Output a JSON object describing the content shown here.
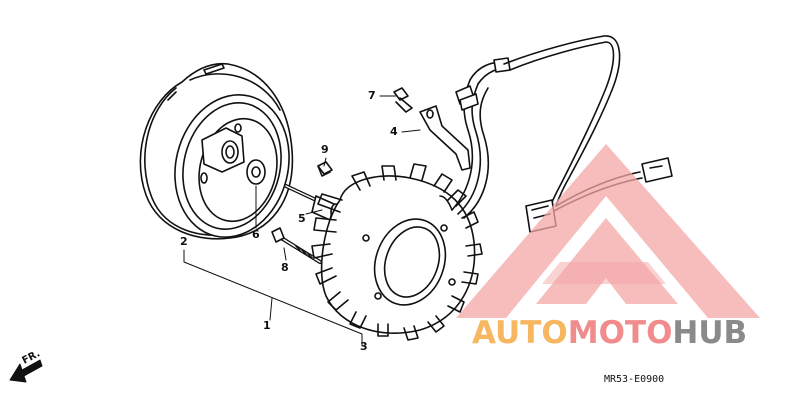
{
  "callouts": [
    {
      "id": "1",
      "label": "1"
    },
    {
      "id": "2",
      "label": "2"
    },
    {
      "id": "3",
      "label": "3"
    },
    {
      "id": "4",
      "label": "4"
    },
    {
      "id": "5",
      "label": "5"
    },
    {
      "id": "6",
      "label": "6"
    },
    {
      "id": "7",
      "label": "7"
    },
    {
      "id": "8",
      "label": "8"
    },
    {
      "id": "9",
      "label": "9"
    }
  ],
  "direction_label": "FR.",
  "diagram_code": "MR53-E0900",
  "watermark": {
    "part1": "AUTO",
    "part2": "MOTO",
    "part3": "HUB",
    "colors": {
      "auto": "#f7b660",
      "moto": "#f08c8c",
      "hub": "#8a8a8a",
      "triangle": "#f2a0a0"
    }
  },
  "icons": {
    "direction": "arrow-icon",
    "logo": "triangle-logo-icon"
  }
}
